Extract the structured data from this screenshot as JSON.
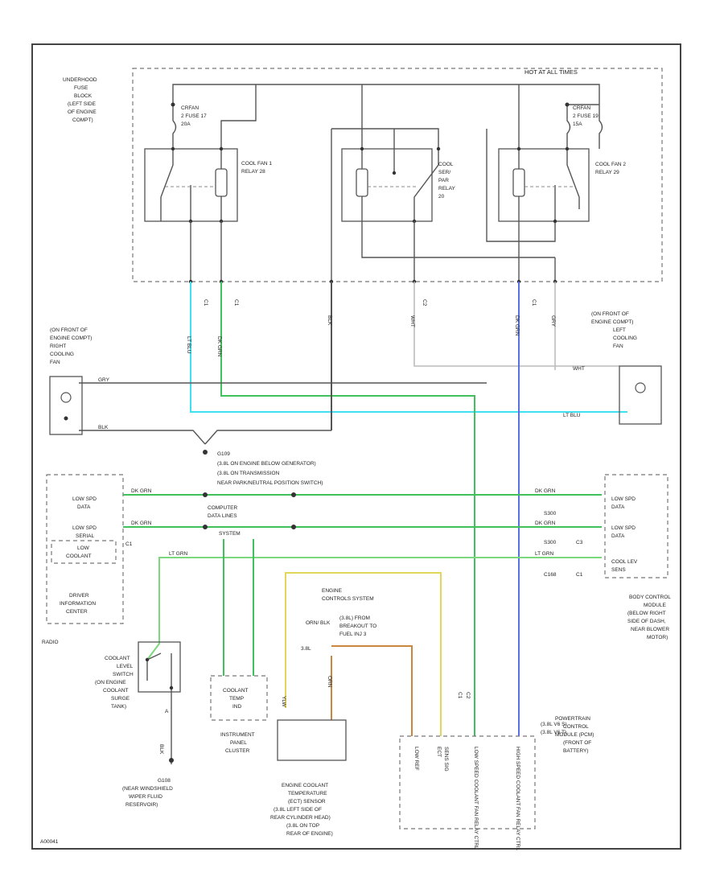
{
  "diagram": {
    "hot_label": "HOT AT ALL TIMES",
    "fuse_block": [
      "UNDERHOOD",
      "FUSE",
      "BLOCK",
      "(LEFT SIDE",
      "OF ENGINE",
      "COMPT)"
    ],
    "fuse17": [
      "CRFAN",
      "2 FUSE 17",
      "20A"
    ],
    "fuse19": [
      "CRFAN",
      "2 FUSE 19",
      "15A"
    ],
    "relay1": [
      "COOL FAN 1",
      "RELAY 28"
    ],
    "relay_series": [
      "COOL",
      "SER/",
      "PAR",
      "RELAY",
      "20"
    ],
    "relay2": [
      "COOL FAN 2",
      "RELAY 29"
    ],
    "wires": {
      "lt_blu": "LT BLU",
      "dk_grn": "DK GRN",
      "blk": "BLK",
      "wht": "WHT",
      "gry": "GRY",
      "lt_grn": "LT GRN",
      "ylw": "YLW",
      "orn": "ORN"
    },
    "pins": [
      "C1",
      "C1",
      "C2",
      "C1"
    ],
    "right_fan_loc": [
      "(ON FRONT OF",
      "ENGINE COMPT)",
      "RIGHT",
      "COOLING",
      "FAN"
    ],
    "left_fan_loc": [
      "(ON FRONT OF",
      "ENGINE COMPT)",
      "LEFT",
      "COOLING",
      "FAN"
    ],
    "ground": {
      "id": "G109",
      "lines": [
        "(3.8L ON ENGINE BELOW GENERATOR)",
        "(3.8L ON TRANSMISSION",
        "NEAR PARK/NEUTRAL POSITION SWITCH)"
      ]
    },
    "data_links": [
      "COMPUTER",
      "DATA LINES",
      "SYSTEM"
    ],
    "dic": {
      "rows": [
        "LOW SPD",
        "DATA",
        "LOW SPD",
        "SERIAL",
        "LOW",
        "COOLANT"
      ],
      "pin": "C1",
      "title": [
        "DRIVER",
        "INFORMATION",
        "CENTER"
      ],
      "radio": "RADIO"
    },
    "bcm": {
      "rows": [
        "LOW SPD",
        "DATA",
        "LOW SPD",
        "DATA",
        "COOL LEV",
        "SENS"
      ],
      "pins": [
        "S300",
        "S300",
        "C3",
        "C168",
        "C1"
      ],
      "title": [
        "BODY CONTROL",
        "MODULE",
        "(BELOW RIGHT",
        "SIDE OF DASH,",
        "NEAR BLOWER",
        "MOTOR)"
      ]
    },
    "level_switch": {
      "title": [
        "COOLANT",
        "LEVEL",
        "SWITCH",
        "(ON ENGINE",
        "COOLANT",
        "SURGE",
        "TANK)"
      ],
      "pin": "A"
    },
    "g108": [
      "G108",
      "(NEAR WINDSHIELD",
      "WIPER FLUID",
      "RESERVOIR)"
    ],
    "temp_ind": [
      "COOLANT",
      "TEMP",
      "IND"
    ],
    "ipc": [
      "INSTRUMENT",
      "PANEL",
      "CLUSTER"
    ],
    "ecs": [
      "ENGINE",
      "CONTROLS SYSTEM"
    ],
    "orn_blk": "ORN/ BLK",
    "cl38": "3.8L",
    "fuel_note": [
      "(3.8L) FROM",
      "BREAKOUT TO",
      "FUEL INJ 3"
    ],
    "ect": [
      "ENGINE COOLANT",
      "TEMPERATURE",
      "(ECT) SENSOR",
      "(3.8L LEFT SIDE OF",
      "REAR CYLINDER HEAD)",
      "(3.8L ON TOP",
      "REAR OF ENGINE)"
    ],
    "pcm": {
      "columns": [
        "LOW REF",
        "ECT",
        "SENS SIG",
        "LOW SPEED COOLANT FAN RELAY CTRL",
        "HIGH SPEED COOLANT FAN RELAY CTRL"
      ],
      "pins": [
        "C1",
        "C2"
      ],
      "title": [
        "POWERTRAIN",
        "CONTROL",
        "MODULE (PCM)",
        "(FRONT OF",
        "BATTERY)"
      ],
      "engines": [
        "(3.8L V6 S)",
        "(3.8L V6 T)"
      ]
    },
    "footer_code": "A00041"
  },
  "colors": {
    "lt_blu": "#3fe0f0",
    "dk_grn": "#41c15c",
    "lt_grn": "#7cd87c",
    "blue": "#5a6fe0",
    "yellow": "#e3d75a",
    "orange": "#c8873d",
    "gray": "#bcbcbc"
  }
}
